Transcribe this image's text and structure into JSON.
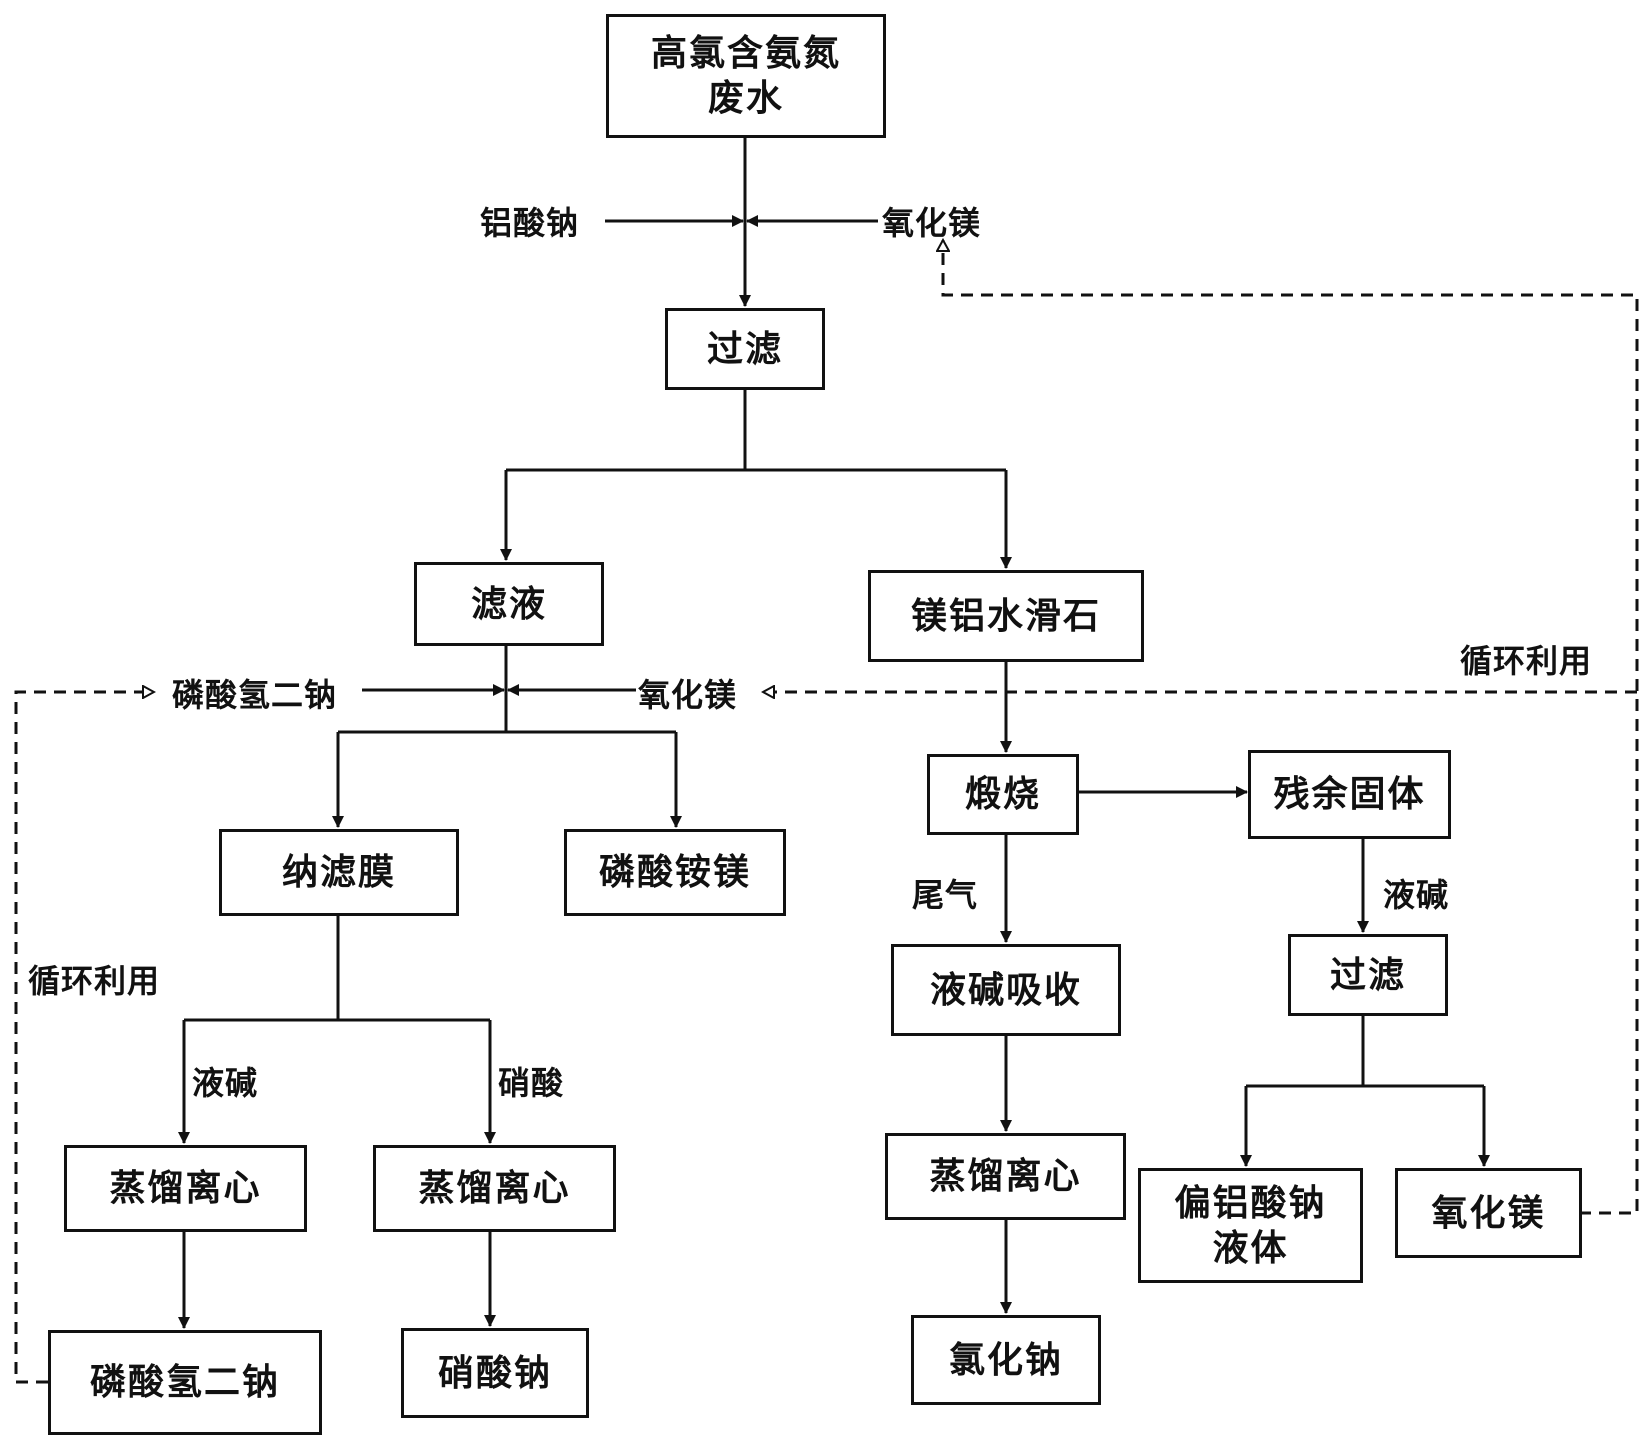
{
  "nodes": {
    "wastewater": "高氯含氨氮\n废水",
    "filter1": "过滤",
    "filtrate": "滤液",
    "hydrotalcite": "镁铝水滑石",
    "nanofiltration": "纳滤膜",
    "struvite": "磷酸铵镁",
    "calcination": "煅烧",
    "residue": "残余固体",
    "absorption": "液碱吸收",
    "filter2": "过滤",
    "distill_left": "蒸馏离心",
    "distill_mid": "蒸馏离心",
    "distill_right": "蒸馏离心",
    "aluminate_liquid": "偏铝酸钠\n液体",
    "mgo_product": "氧化镁",
    "na2hpo4": "磷酸氢二钠",
    "nano3": "硝酸钠",
    "nacl": "氯化钠"
  },
  "labels": {
    "sodium_aluminate": "铝酸钠",
    "mgo_in_top": "氧化镁",
    "na2hpo4_in": "磷酸氢二钠",
    "mgo_in_mid": "氧化镁",
    "recycle_right": "循环利用",
    "recycle_left": "循环利用",
    "tail_gas": "尾气",
    "alkali_right": "液碱",
    "alkali_left": "液碱",
    "nitric_acid": "硝酸"
  }
}
